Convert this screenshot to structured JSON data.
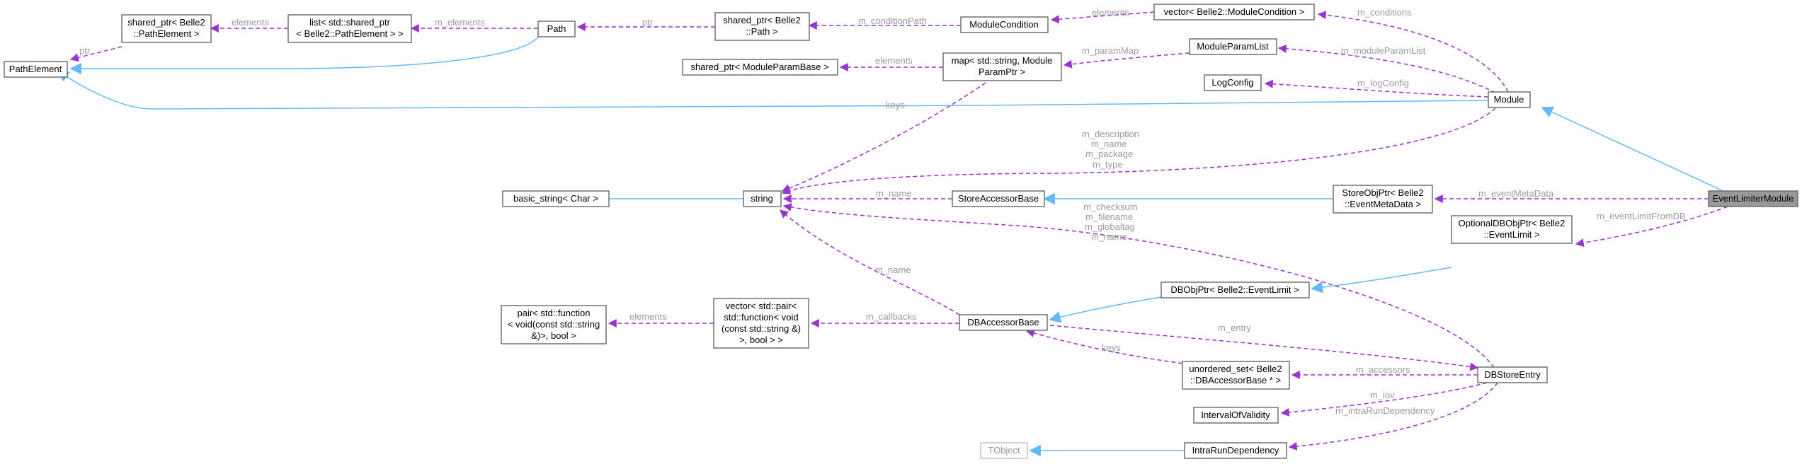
{
  "nodes": {
    "event_limiter_module": "EventLimiterModule",
    "module": "Module",
    "path_element": "PathElement",
    "shared_ptr_path_element": [
      "shared_ptr< Belle2",
      "::PathElement >"
    ],
    "list_shared_ptr": [
      "list< std::shared_ptr",
      "< Belle2::PathElement > >"
    ],
    "path": "Path",
    "shared_ptr_path": [
      "shared_ptr< Belle2",
      "::Path >"
    ],
    "module_condition": "ModuleCondition",
    "vector_module_condition": "vector< Belle2::ModuleCondition >",
    "module_param_list": "ModuleParamList",
    "map_module_param": [
      "map< std::string, Module",
      "ParamPtr >"
    ],
    "shared_ptr_module_param_base": "shared_ptr< ModuleParamBase >",
    "log_config": "LogConfig",
    "basic_string": "basic_string< Char >",
    "string": "string",
    "store_accessor_base": "StoreAccessorBase",
    "store_obj_ptr": [
      "StoreObjPtr< Belle2",
      "::EventMetaData >"
    ],
    "optional_db_obj_ptr": [
      "OptionalDBObjPtr< Belle2",
      "::EventLimit >"
    ],
    "db_obj_ptr": "DBObjPtr< Belle2::EventLimit >",
    "db_accessor_base": "DBAccessorBase",
    "pair_function": [
      "pair< std::function",
      "< void(const std::string",
      "&)>, bool >"
    ],
    "vector_pair": [
      "vector< std::pair<",
      "std::function< void",
      "(const std::string &)",
      ">, bool > >"
    ],
    "unordered_set": [
      "unordered_set< Belle2",
      "::DBAccessorBase * >"
    ],
    "db_store_entry": "DBStoreEntry",
    "interval_of_validity": "IntervalOfValidity",
    "intra_run_dependency": "IntraRunDependency",
    "tobject": "TObject"
  },
  "edge_labels": {
    "ptr": "ptr",
    "elements_list": "elements",
    "m_elements": "m_elements",
    "ptr_path": "ptr",
    "m_condition_path": "m_conditionPath",
    "elements_conditions": "elements",
    "m_conditions": "m_conditions",
    "m_param_map": "m_paramMap",
    "elements_param": "elements",
    "m_module_param_list": "m_moduleParamList",
    "m_log_config": "m_logConfig",
    "keys_map": "keys",
    "module_strings": [
      "m_description",
      "m_name",
      "m_package",
      "m_type"
    ],
    "m_name_store": "m_name",
    "m_event_meta_data": "m_eventMetaData",
    "m_event_limit_from_db": "m_eventLimitFromDB",
    "entry_strings": [
      "m_checksum",
      "m_filename",
      "m_globaltag",
      "m_name"
    ],
    "m_name_db": "m_name",
    "elements_pair": "elements",
    "m_callbacks": "m_callbacks",
    "m_entry": "m_entry",
    "keys_set": "keys",
    "m_accessors": "m_accessors",
    "m_iov": "m_iov",
    "m_intra_run_dependency": "m_intraRunDependency"
  }
}
